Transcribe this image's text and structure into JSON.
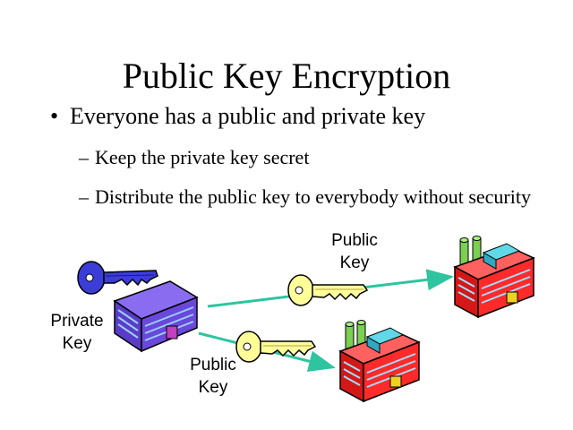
{
  "title": "Public Key Encryption",
  "bullet": {
    "marker": "•",
    "text": "Everyone has a public and private key"
  },
  "sub_bullets": [
    {
      "marker": "–",
      "text": "Keep the private key secret"
    },
    {
      "marker": "–",
      "text": "Distribute the public key to everybody without security"
    }
  ],
  "diagram": {
    "private_key_label": "Private\nKey",
    "public_key_label_top": "Public\nKey",
    "public_key_label_bottom": "Public\nKey"
  },
  "colors": {
    "private_key": "#3c3cd8",
    "public_key": "#ffff9a",
    "arrow": "#2ec4a0",
    "sender_building": "#7b57e6",
    "receiver_building": "#ff2a2a"
  },
  "icons": [
    "private-key-icon",
    "public-key-icon",
    "building-icon",
    "factory-icon"
  ]
}
